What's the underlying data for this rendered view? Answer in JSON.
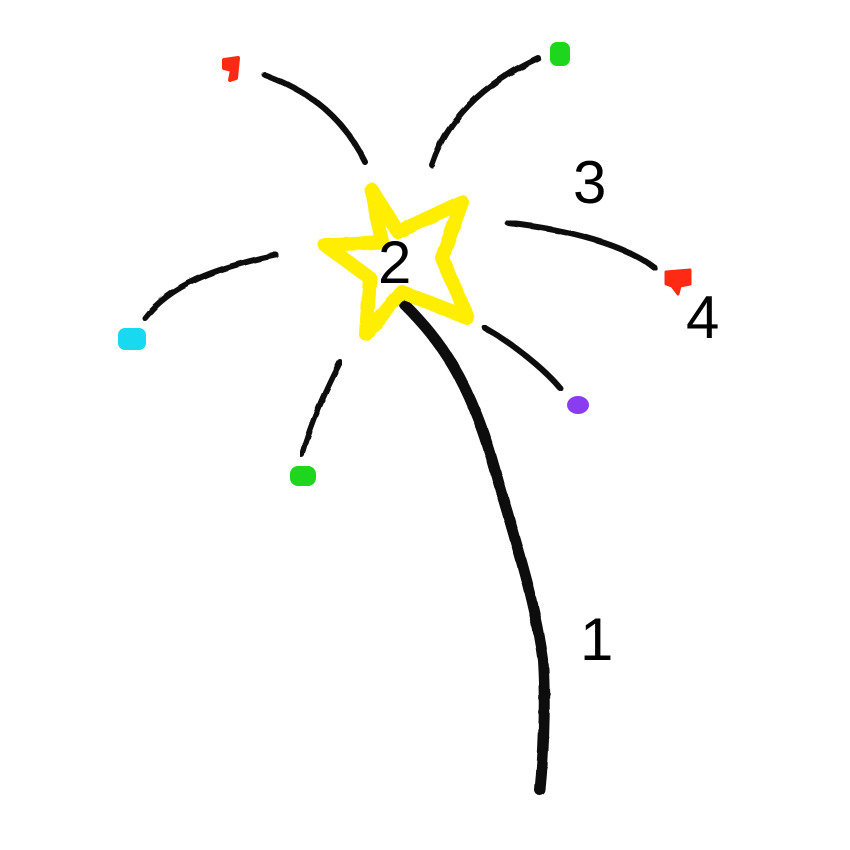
{
  "diagram": {
    "labels": {
      "stem": "1",
      "star": "2",
      "upper_right_branch": "3",
      "right_dot": "4"
    },
    "colors": {
      "background": "#ffffff",
      "stroke": "#111111",
      "star": "#ffee00",
      "red": "#ff2a14",
      "green": "#1ed61e",
      "cyan": "#19d9f0",
      "purple": "#8a3cf0"
    },
    "icons": [
      "firework-star-icon",
      "paint-dot-icon"
    ]
  }
}
